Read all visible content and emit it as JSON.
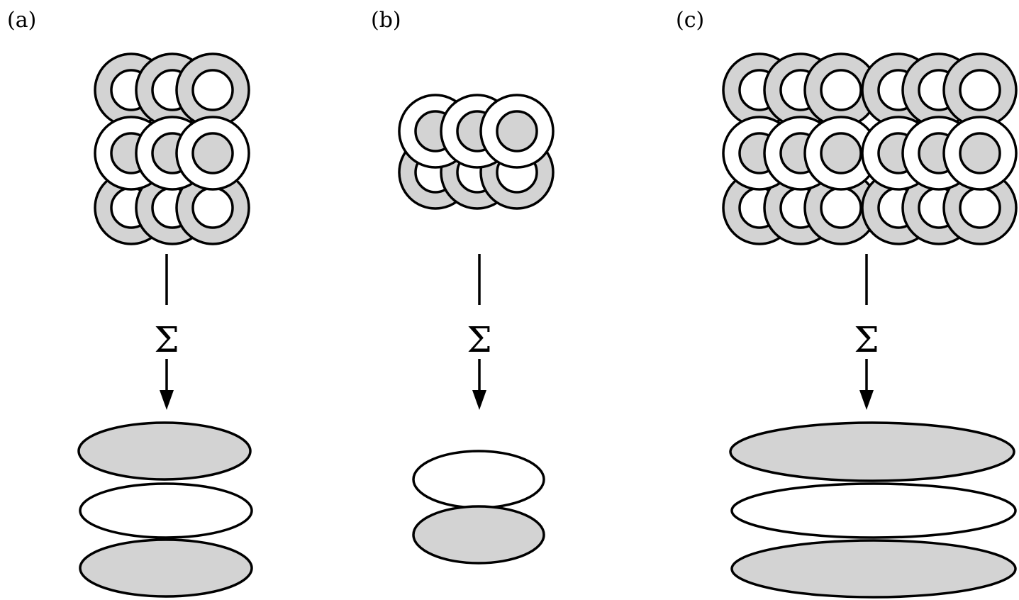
{
  "panels": [
    {
      "id": "a",
      "label": "(a)",
      "operator": "Σ",
      "rows": [
        "gray",
        "white",
        "gray"
      ],
      "columns": 3
    },
    {
      "id": "b",
      "label": "(b)",
      "operator": "Σ",
      "rows": [
        "white",
        "gray"
      ],
      "columns": 3
    },
    {
      "id": "c",
      "label": "(c)",
      "operator": "Σ",
      "rows": [
        "gray",
        "white",
        "gray"
      ],
      "columns": 6
    }
  ],
  "colors": {
    "fill_gray": "#d3d3d3",
    "fill_white": "#ffffff",
    "stroke": "#000000"
  }
}
